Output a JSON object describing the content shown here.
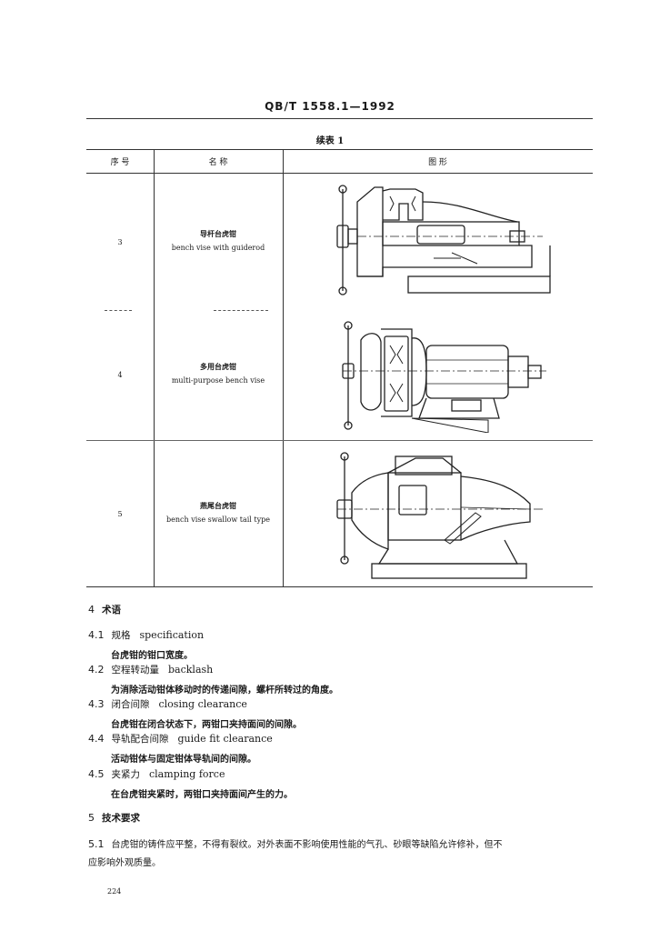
{
  "header": {
    "standard_code": "QB/T 1558.1—1992"
  },
  "table": {
    "caption": "续表 1",
    "columns": [
      "序 号",
      "名 称",
      "图 形"
    ],
    "rows": [
      {
        "no": "3",
        "name_cn": "导杆台虎钳",
        "name_en": "bench vise with guiderod"
      },
      {
        "no": "4",
        "name_cn": "多用台虎钳",
        "name_en": "multi-purpose bench vise"
      },
      {
        "no": "5",
        "name_cn": "燕尾台虎钳",
        "name_en": "bench vise swallow tail type"
      }
    ]
  },
  "section4": {
    "number": "4",
    "title": "术语",
    "items": [
      {
        "number": "4.1",
        "cn": "规格",
        "en": "specification",
        "definition": "台虎钳的钳口宽度。"
      },
      {
        "number": "4.2",
        "cn": "空程转动量",
        "en": "backlash",
        "definition": "为消除活动钳体移动时的传递间隙，螺杆所转过的角度。"
      },
      {
        "number": "4.3",
        "cn": "闭合间隙",
        "en": "closing clearance",
        "definition": "台虎钳在闭合状态下，两钳口夹持面间的间隙。"
      },
      {
        "number": "4.4",
        "cn": "导轨配合间隙",
        "en": "guide fit clearance",
        "definition": "活动钳体与固定钳体导轨间的间隙。"
      },
      {
        "number": "4.5",
        "cn": "夹紧力",
        "en": "clamping force",
        "definition": "在台虎钳夹紧时，两钳口夹持面间产生的力。"
      }
    ]
  },
  "section5": {
    "number": "5",
    "title": "技术要求",
    "items": [
      {
        "number": "5.1",
        "line1": "台虎钳的铸件应平整，不得有裂纹。对外表面不影响使用性能的气孔、砂眼等缺陷允许修补，但不",
        "line2": "应影响外观质量。"
      }
    ]
  },
  "footer": {
    "page_number": "224"
  }
}
